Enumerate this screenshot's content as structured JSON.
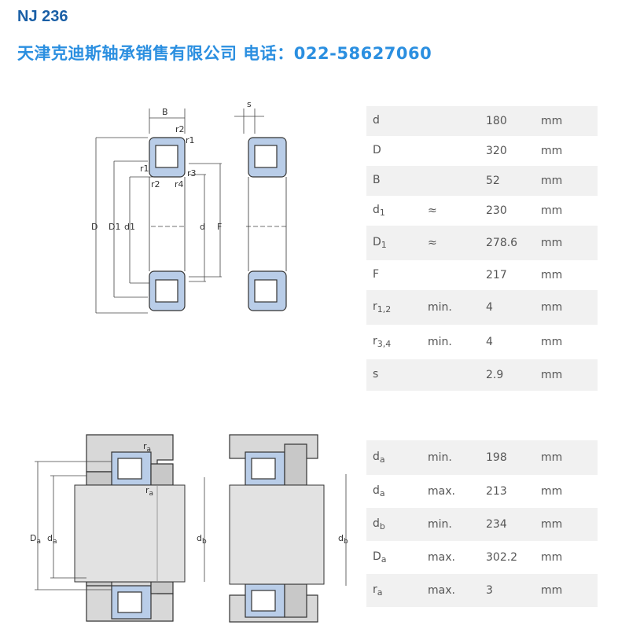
{
  "header": {
    "title": "NJ 236",
    "company": "天津克迪斯轴承销售有限公司  电话：022-58627060"
  },
  "dimensions": [
    {
      "sym": "d",
      "sub": "",
      "q": "",
      "val": "180",
      "unit": "mm"
    },
    {
      "sym": "D",
      "sub": "",
      "q": "",
      "val": "320",
      "unit": "mm"
    },
    {
      "sym": "B",
      "sub": "",
      "q": "",
      "val": "52",
      "unit": "mm"
    },
    {
      "sym": "d",
      "sub": "1",
      "q": "≈",
      "val": "230",
      "unit": "mm"
    },
    {
      "sym": "D",
      "sub": "1",
      "q": "≈",
      "val": "278.6",
      "unit": "mm"
    },
    {
      "sym": "F",
      "sub": "",
      "q": "",
      "val": "217",
      "unit": "mm"
    },
    {
      "sym": "r",
      "sub": "1,2",
      "q": "min.",
      "val": "4",
      "unit": "mm"
    },
    {
      "sym": "r",
      "sub": "3,4",
      "q": "min.",
      "val": "4",
      "unit": "mm"
    },
    {
      "sym": "s",
      "sub": "",
      "q": "",
      "val": "2.9",
      "unit": "mm"
    }
  ],
  "abutment": [
    {
      "sym": "d",
      "sub": "a",
      "q": "min.",
      "val": "198",
      "unit": "mm"
    },
    {
      "sym": "d",
      "sub": "a",
      "q": "max.",
      "val": "213",
      "unit": "mm"
    },
    {
      "sym": "d",
      "sub": "b",
      "q": "min.",
      "val": "234",
      "unit": "mm"
    },
    {
      "sym": "D",
      "sub": "a",
      "q": "max.",
      "val": "302.2",
      "unit": "mm"
    },
    {
      "sym": "r",
      "sub": "a",
      "q": "max.",
      "val": "3",
      "unit": "mm"
    }
  ],
  "drawing1": {
    "B": "B",
    "r2": "r2",
    "r1": "r1",
    "r3": "r3",
    "r4": "r4",
    "D": "D",
    "D1": "D1",
    "d1": "d1",
    "d": "d",
    "F": "F",
    "s": "s"
  },
  "drawing2": {
    "ra": "r",
    "ra_sub": "a",
    "Da": "D",
    "Da_sub": "a",
    "da": "d",
    "da_sub": "a",
    "db": "d",
    "db_sub": "b"
  },
  "colors": {
    "title": "#1a5fa6",
    "company": "#2b8fe0",
    "bearing_fill": "#b9cde8",
    "row_alt": "#f1f1f1"
  }
}
